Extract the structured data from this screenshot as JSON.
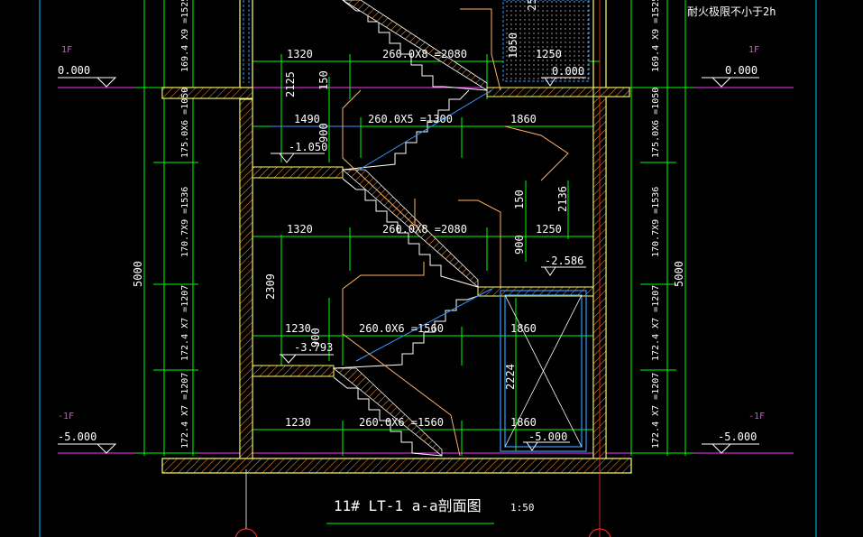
{
  "drawing": {
    "title": "11# LT-1  a-a剖面图",
    "scale": "1:50",
    "fire_note": "耐火极限不小于2h",
    "total_height": "5000",
    "levels": {
      "f1_tag": "1F",
      "f1_elev": "0.000",
      "bm1_tag": "-1F",
      "bm1_elev": "-5.000",
      "elev_1050": "-1.050",
      "elev_2586": "-2.586",
      "elev_3793": "-3.793",
      "elev_0_inner": "0.000",
      "elev_5_inner": "-5.000"
    },
    "stair_dims": {
      "d1": "169.4 X9 =1525",
      "d2": "175.0X6 =1050",
      "d3": "170.7X9 =1536",
      "d4": "172.4 X7 =1207",
      "d5": "172.4 X7 =1207"
    },
    "horiz_dims": {
      "r1_left": "1320",
      "r1_run": "260.0X8 =2080",
      "r1_right": "1250",
      "r2_left": "1490",
      "r2_run": "260.0X5 =1300",
      "r2_right": "1860",
      "r3_left": "1320",
      "r3_run": "260.0X8 =2080",
      "r3_right": "1250",
      "r4_left": "1230",
      "r4_run": "260.0X6 =1560",
      "r4_right": "1860",
      "r5_left": "1230",
      "r5_run": "260.0X6 =1560",
      "r5_right": "1860"
    },
    "vert_dims": {
      "v2125": "2125",
      "v150a": "150",
      "v900a": "900",
      "v1050": "1050",
      "v150b": "150",
      "v2136": "2136",
      "v900b": "900",
      "v2309": "2309",
      "v900c": "900",
      "v2224": "2224",
      "v25": "25"
    }
  },
  "colors": {
    "bg": "#000000",
    "wall": "#ffff66",
    "dim": "#00ff00",
    "text": "#ffffff",
    "level": "#ff33ff",
    "stair": "#ffffff",
    "blue": "#3399ff",
    "orange": "#ffb060",
    "red": "#ff3333"
  }
}
